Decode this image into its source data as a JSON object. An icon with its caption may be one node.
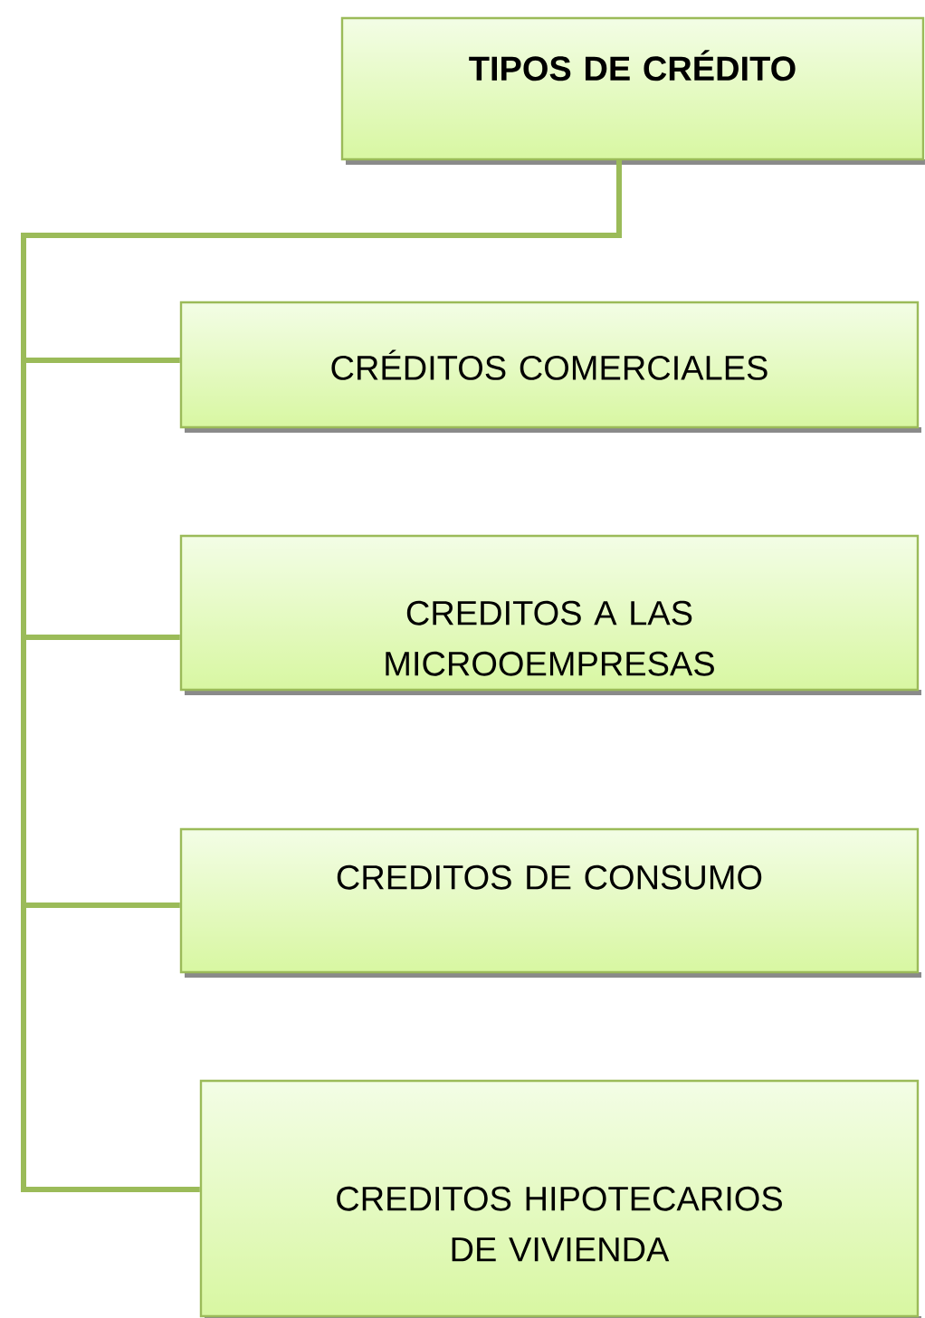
{
  "diagram": {
    "nodes": [
      {
        "text": [
          "TIPOS DE CRÉDITO"
        ]
      },
      {
        "text": [
          "CRÉDITOS COMERCIALES"
        ]
      },
      {
        "text": [
          "CREDITOS A LAS MICROOEMPRESAS"
        ]
      },
      {
        "text": [
          "CREDITOS DE CONSUMO"
        ]
      },
      {
        "text": [
          "CREDITOS HIPOTECARIOS DE VIVIENDA"
        ]
      }
    ],
    "edges": [
      {
        "from": 0,
        "to": 1,
        "arrow": "none"
      },
      {
        "from": 0,
        "to": 2,
        "arrow": "none"
      },
      {
        "from": 0,
        "to": 3,
        "arrow": "none"
      },
      {
        "from": 0,
        "to": 4,
        "arrow": "none"
      }
    ]
  }
}
